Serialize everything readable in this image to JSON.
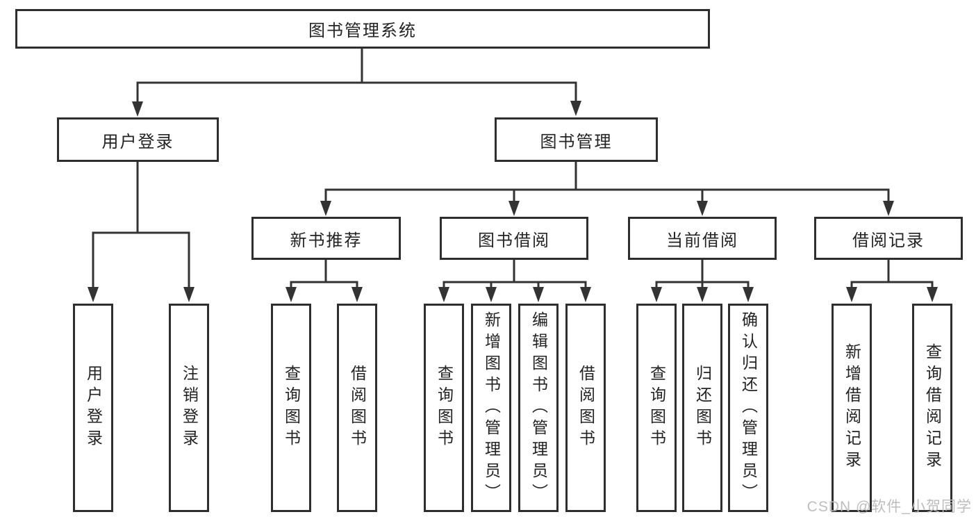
{
  "diagram": {
    "type": "hierarchy-tree",
    "root": {
      "label": "图书管理系统",
      "children": [
        {
          "label": "用户登录",
          "children": [
            {
              "label": "用户登录"
            },
            {
              "label": "注销登录"
            }
          ]
        },
        {
          "label": "图书管理",
          "children": [
            {
              "label": "新书推荐",
              "children": [
                {
                  "label": "查询图书"
                },
                {
                  "label": "借阅图书"
                }
              ]
            },
            {
              "label": "图书借阅",
              "children": [
                {
                  "label": "查询图书"
                },
                {
                  "label": "新增图书（管理员）"
                },
                {
                  "label": "编辑图书（管理员）"
                },
                {
                  "label": "借阅图书"
                }
              ]
            },
            {
              "label": "当前借阅",
              "children": [
                {
                  "label": "查询图书"
                },
                {
                  "label": "归还图书"
                },
                {
                  "label": "确认归还（管理员）"
                }
              ]
            },
            {
              "label": "借阅记录",
              "children": [
                {
                  "label": "新增借阅记录"
                },
                {
                  "label": "查询借阅记录"
                }
              ]
            }
          ]
        }
      ]
    }
  },
  "watermark": {
    "text": "CSDN @软件_小贺同学",
    "color": "#b9b9b9"
  },
  "colors": {
    "background": "#ffffff",
    "box_border": "#2e2e2e",
    "connector_line": "#333333",
    "text": "#232323"
  }
}
